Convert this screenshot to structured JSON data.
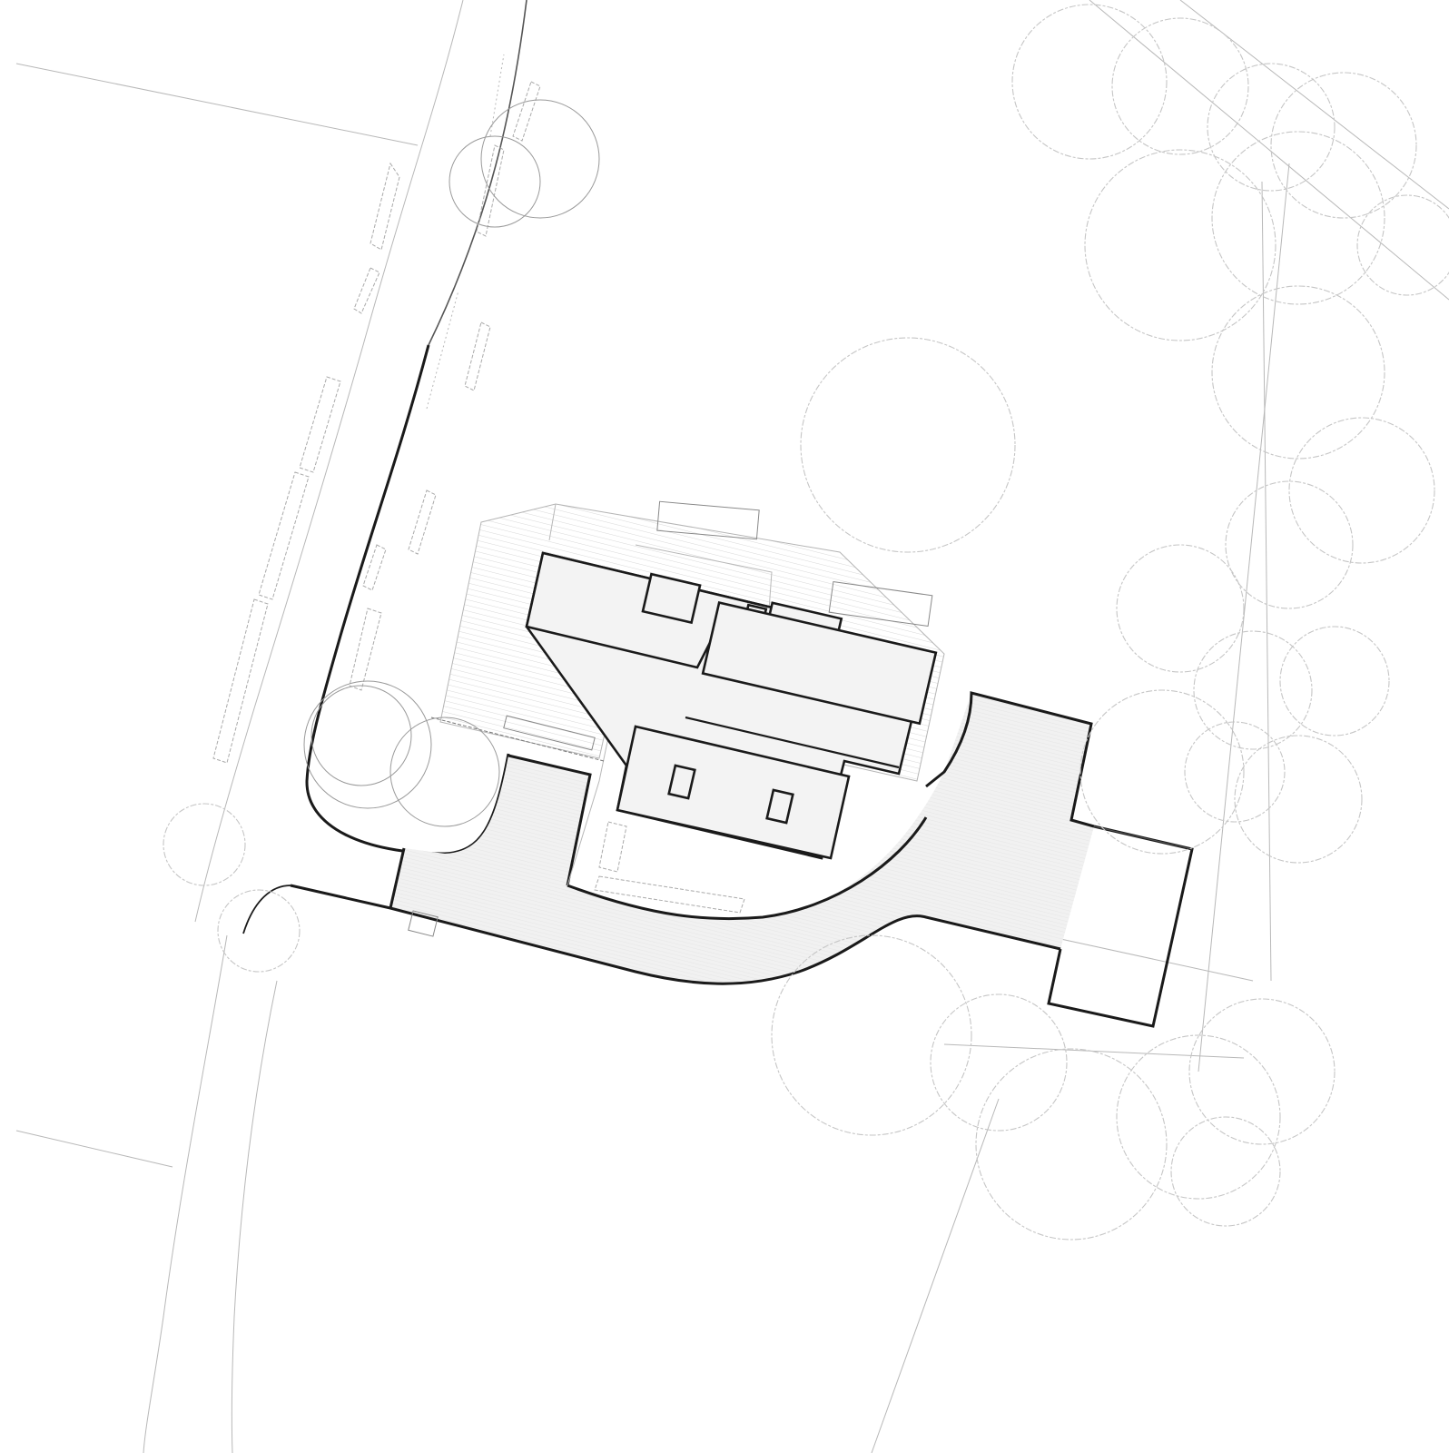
{
  "drawing": {
    "type": "architectural site plan",
    "colors": {
      "background": "#ffffff",
      "linework": "#1a1a1a",
      "roof_fill": "#f3f3f3",
      "light_line": "#b8b8b8",
      "tree_outline": "#c6c6c6"
    },
    "elements": [
      "road-west",
      "road-south",
      "driveway",
      "main-house",
      "garage",
      "deck",
      "tree-canopies",
      "hedges",
      "planters",
      "property-lines"
    ]
  }
}
